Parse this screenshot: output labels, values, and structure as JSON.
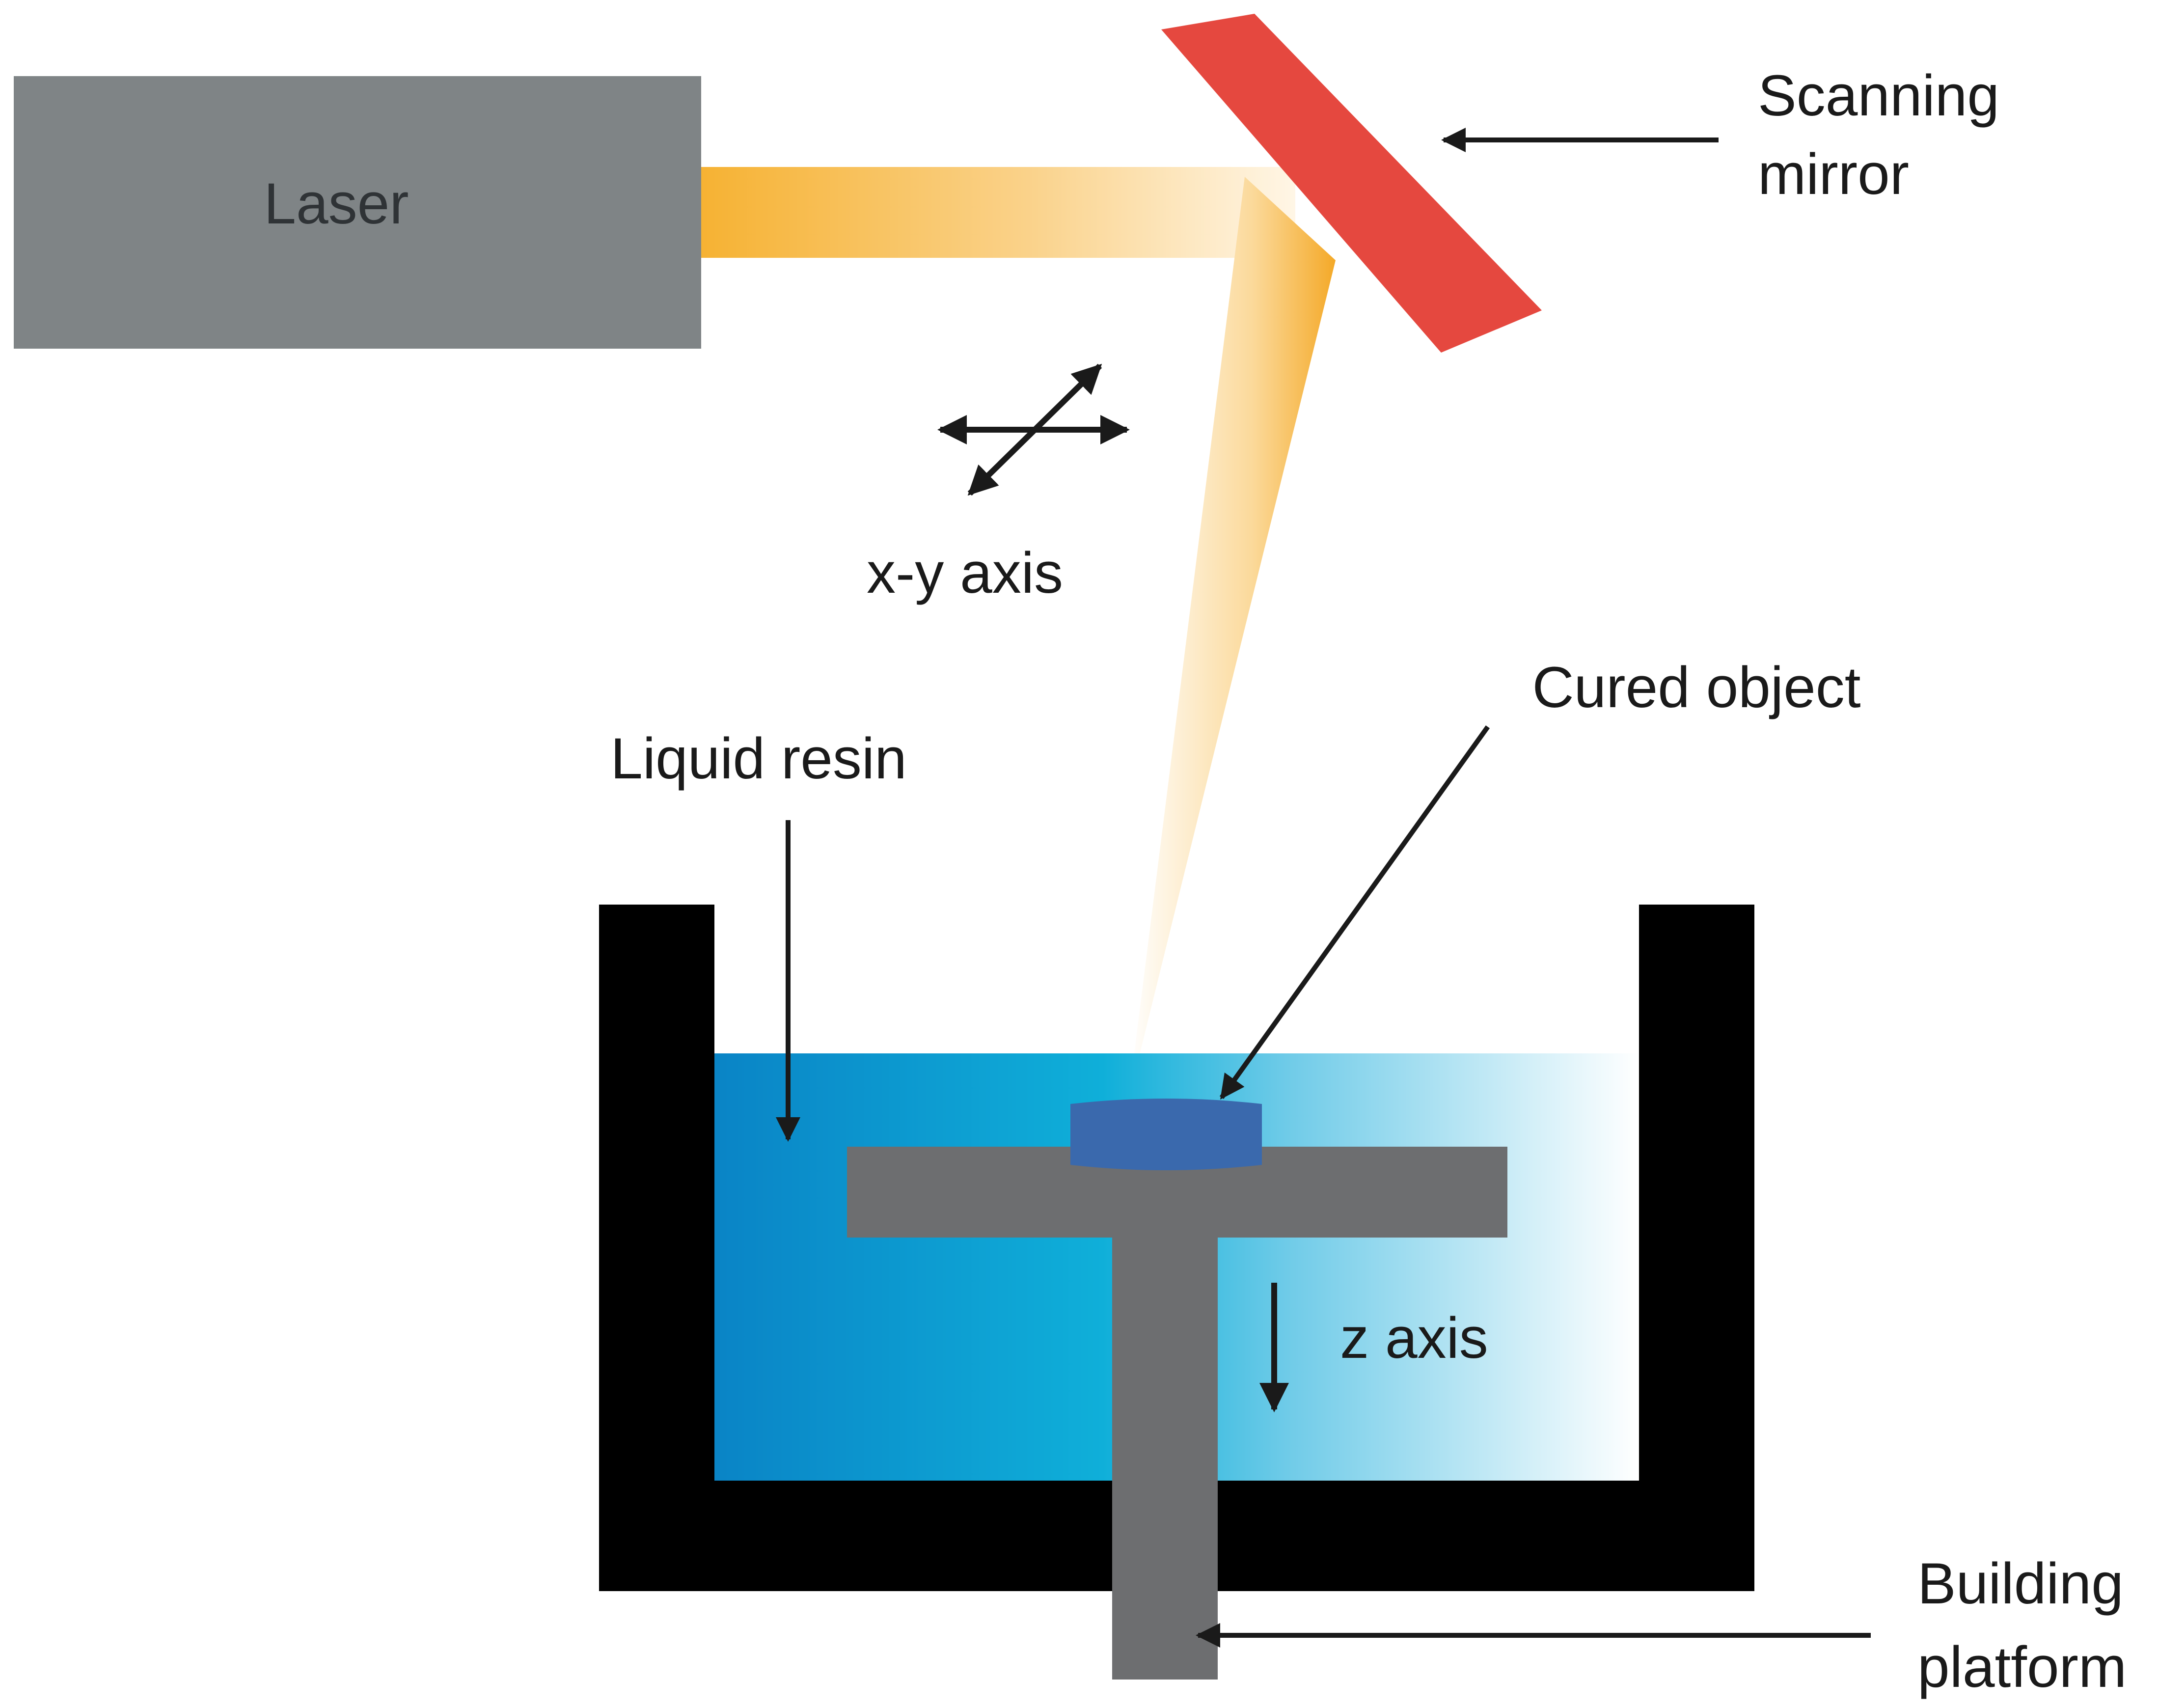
{
  "labels": {
    "laser": "Laser",
    "scanning_mirror": [
      "Scanning",
      "mirror"
    ],
    "xy_axis": "x-y axis",
    "cured_object": "Cured object",
    "liquid_resin": "Liquid resin",
    "z_axis": "z axis",
    "building_platform": [
      "Building",
      "platform"
    ]
  },
  "colors": {
    "laser_body": "#7f8486",
    "mirror": "#e5483f",
    "beam": "#f5b53a",
    "vat": "#000000",
    "resin_dark": "#0a85c8",
    "resin_light": "#ffffff",
    "platform": "#6d6e70",
    "cured_object": "#3a69ad",
    "arrow": "#1a1a1a"
  }
}
